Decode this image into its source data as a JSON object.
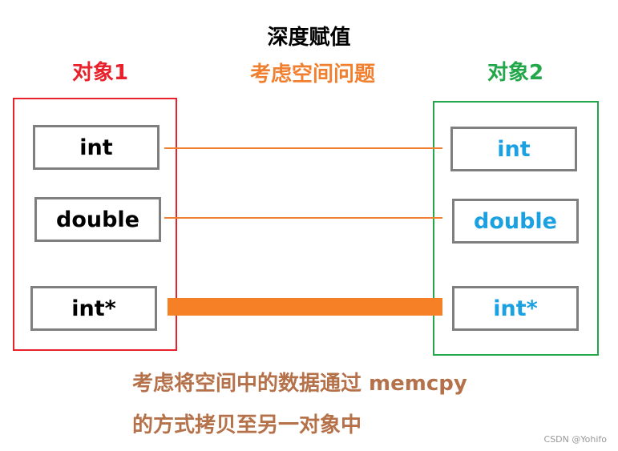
{
  "title": "深度赋值",
  "subtitle": "考虑空间问题",
  "object1": {
    "label": "对象1",
    "fields": [
      "int",
      "double",
      "int*"
    ]
  },
  "object2": {
    "label": "对象2",
    "fields": [
      "int",
      "double",
      "int*"
    ]
  },
  "note": {
    "line1": "考虑将空间中的数据通过 memcpy",
    "line2": "的方式拷贝至另一对象中"
  },
  "watermark": "CSDN @Yohifo",
  "colors": {
    "object1": "#e8212b",
    "object2": "#22a84a",
    "connector": "#f08030",
    "right_text": "#1ba1e2",
    "note_text": "#b5714a"
  }
}
